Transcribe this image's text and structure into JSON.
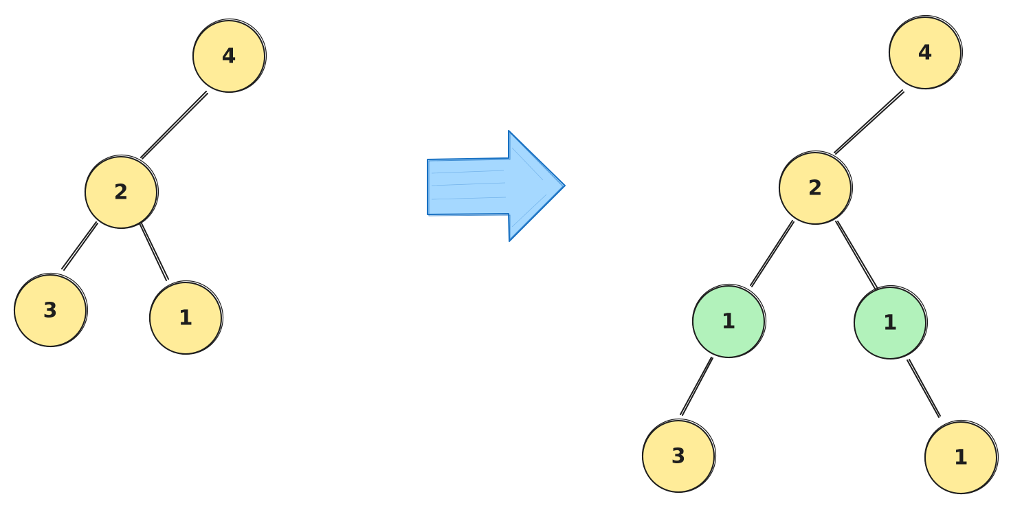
{
  "colors": {
    "stroke": "#1e1e1e",
    "node_default": "#ffec99",
    "node_inserted": "#b2f2bb",
    "arrow_fill": "#a5d8ff",
    "arrow_stroke": "#1971c2"
  },
  "left_tree": {
    "nodes": [
      {
        "label": "4",
        "kind": "default"
      },
      {
        "label": "2",
        "kind": "default"
      },
      {
        "label": "3",
        "kind": "default"
      },
      {
        "label": "1",
        "kind": "default"
      }
    ]
  },
  "right_tree": {
    "nodes": [
      {
        "label": "4",
        "kind": "default"
      },
      {
        "label": "2",
        "kind": "default"
      },
      {
        "label": "1",
        "kind": "inserted"
      },
      {
        "label": "1",
        "kind": "inserted"
      },
      {
        "label": "3",
        "kind": "default"
      },
      {
        "label": "1",
        "kind": "default"
      }
    ]
  },
  "arrow": {
    "icon": "right-arrow-icon",
    "direction": "right"
  }
}
